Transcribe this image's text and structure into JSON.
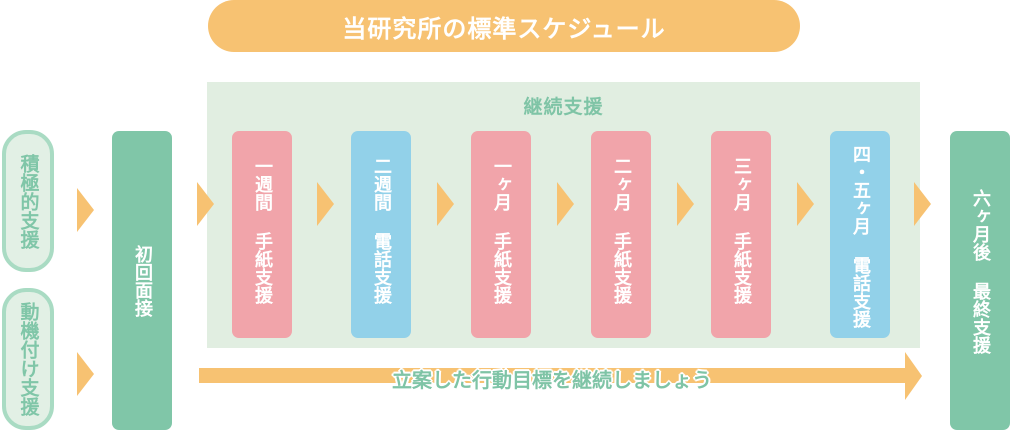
{
  "title": "当研究所の標準スケジュール",
  "panel_heading": "継続支援",
  "entry_pills": [
    "積極的支援",
    "動機付け支援"
  ],
  "initial_step": "初回面接",
  "steps": [
    {
      "label": "一週間 手紙支援",
      "type": "letter"
    },
    {
      "label": "二週間 電話支援",
      "type": "phone"
    },
    {
      "label": "一ヶ月 手紙支援",
      "type": "letter"
    },
    {
      "label": "二ヶ月 手紙支援",
      "type": "letter"
    },
    {
      "label": "三ヶ月 手紙支援",
      "type": "letter"
    },
    {
      "label": "四・五ヶ月 電話支援",
      "type": "phone"
    }
  ],
  "final_step": "六ヶ月後 最終支援",
  "continuation_message": "立案した行動目標を継続しましょう",
  "colors": {
    "accent_orange": "#f7c272",
    "green": "#80c6a8",
    "pink": "#f1a4aa",
    "blue": "#92d1e9",
    "panel": "#e1eee1"
  }
}
